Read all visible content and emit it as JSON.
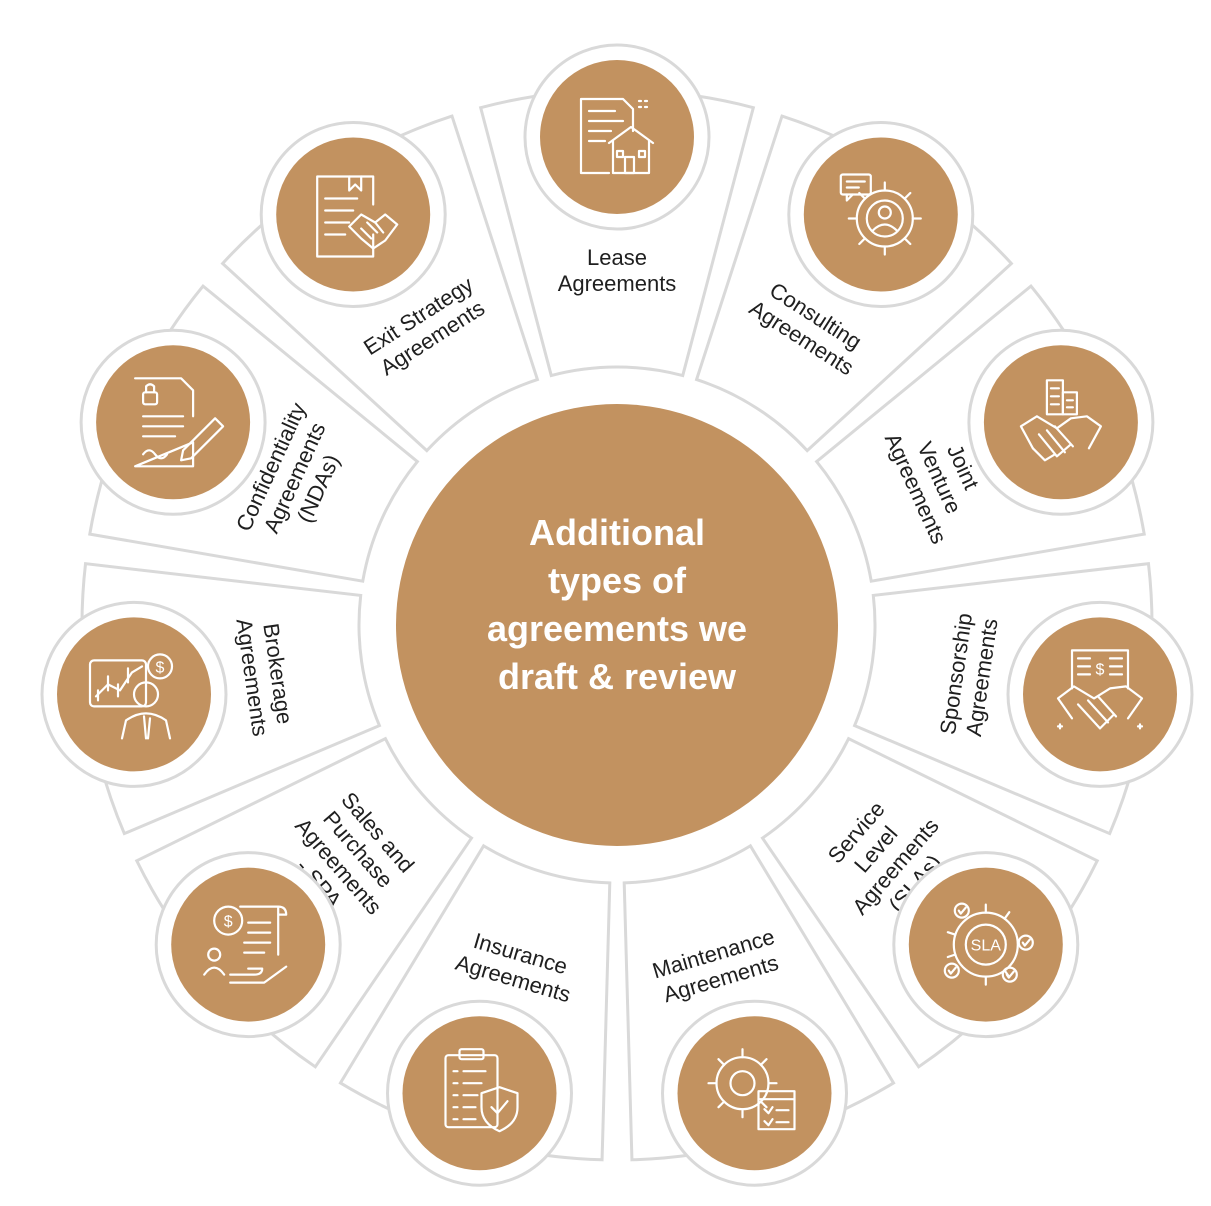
{
  "center": {
    "lines": [
      "Additional",
      "types of",
      "agreements we",
      "draft & review"
    ]
  },
  "colors": {
    "accent": "#c29260",
    "ring": "#d9d9d9",
    "text": "#1f1f1f"
  },
  "segments": [
    {
      "key": "lease",
      "label": [
        "Lease",
        "Agreements"
      ],
      "icon": "house-document-icon"
    },
    {
      "key": "consulting",
      "label": [
        "Consulting",
        "Agreements"
      ],
      "icon": "consultant-gear-icon"
    },
    {
      "key": "joint-venture",
      "label": [
        "Joint",
        "Venture",
        "Agreements"
      ],
      "icon": "handshake-buildings-icon"
    },
    {
      "key": "sponsorship",
      "label": [
        "Sponsorship",
        "Agreements"
      ],
      "icon": "handshake-invoice-icon"
    },
    {
      "key": "sla",
      "label": [
        "Service",
        "Level",
        "Agreements",
        "(SLAs)"
      ],
      "icon": "sla-gear-icon",
      "icon_text": "SLA"
    },
    {
      "key": "maintenance",
      "label": [
        "Maintenance",
        "Agreements"
      ],
      "icon": "gear-checklist-icon"
    },
    {
      "key": "insurance",
      "label": [
        "Insurance",
        "Agreements"
      ],
      "icon": "clipboard-shield-icon"
    },
    {
      "key": "spa",
      "label": [
        "Sales and",
        "Purchase",
        "Agreements",
        "- SPA"
      ],
      "icon": "money-contract-hand-icon"
    },
    {
      "key": "brokerage",
      "label": [
        "Brokerage",
        "Agreements"
      ],
      "icon": "broker-chart-icon"
    },
    {
      "key": "nda",
      "label": [
        "Confidentiality",
        "Agreements",
        "(NDAs)"
      ],
      "icon": "locked-document-pen-icon"
    },
    {
      "key": "exit",
      "label": [
        "Exit Strategy",
        "Agreements"
      ],
      "icon": "document-handshake-icon"
    }
  ]
}
